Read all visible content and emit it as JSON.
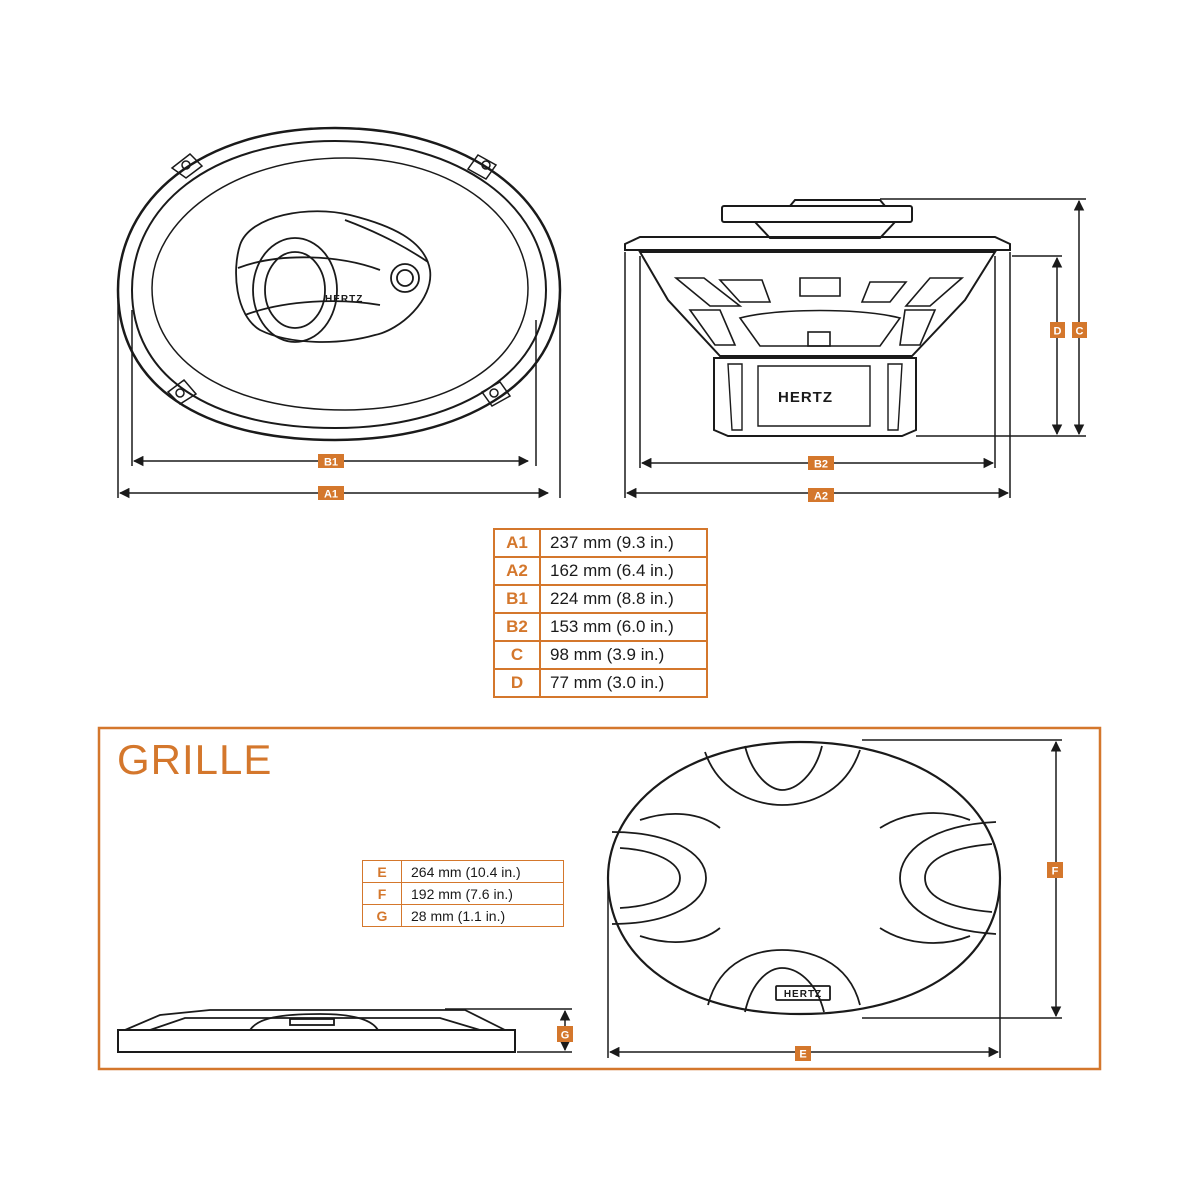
{
  "dimension_tags": {
    "a1": "A1",
    "a2": "A2",
    "b1": "B1",
    "b2": "B2",
    "c": "C",
    "d": "D",
    "e": "E",
    "f": "F",
    "g": "G"
  },
  "brand": {
    "front_label": "HERTZ",
    "side_label": "HERTZ",
    "grille_label": "HERTZ"
  },
  "specs": [
    {
      "key": "A1",
      "value": "237 mm (9.3 in.)"
    },
    {
      "key": "A2",
      "value": "162 mm (6.4 in.)"
    },
    {
      "key": "B1",
      "value": "224 mm (8.8 in.)"
    },
    {
      "key": "B2",
      "value": "153 mm (6.0 in.)"
    },
    {
      "key": "C",
      "value": "98 mm (3.9 in.)"
    },
    {
      "key": "D",
      "value": "77 mm (3.0 in.)"
    }
  ],
  "grille": {
    "title": "GRILLE",
    "specs": [
      {
        "key": "E",
        "value": "264 mm (10.4 in.)"
      },
      {
        "key": "F",
        "value": "192 mm (7.6 in.)"
      },
      {
        "key": "G",
        "value": "28 mm (1.1 in.)"
      }
    ]
  },
  "colors": {
    "accent": "#d4772c",
    "line": "#1a1a1a"
  }
}
